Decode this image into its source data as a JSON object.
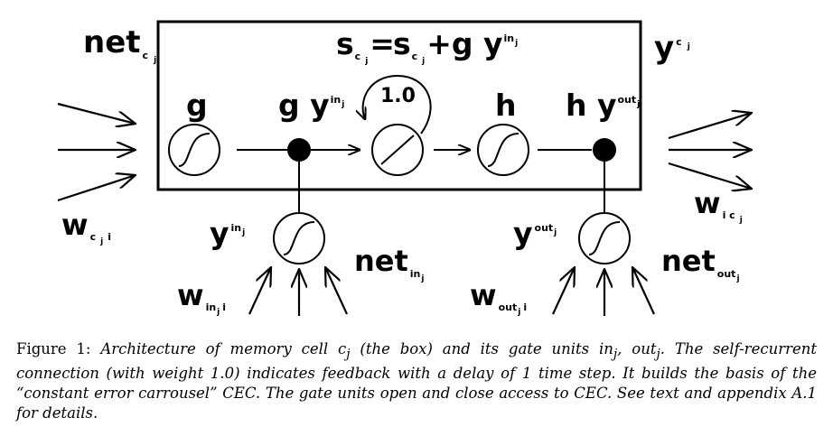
{
  "diagram": {
    "net_c_main": "net",
    "net_c_sub": "c",
    "net_c_sub2": "j",
    "state_s": "s",
    "state_s_sub": "c",
    "state_s_sub2": "j",
    "state_eq": "=",
    "state_s2": "s",
    "state_s2_sub": "c",
    "state_s2_sub2": "j",
    "state_plus": "+g y",
    "state_sup": "in",
    "state_sup_sub": "j",
    "y_c_main": "y",
    "y_c_sup": "c",
    "y_c_sup_sub": "j",
    "g_label": "g",
    "gy_in_main": "g y",
    "gy_in_sup": "in",
    "gy_in_sup_sub": "j",
    "self_weight": "1.0",
    "h_label": "h",
    "hy_out_main": "h y",
    "hy_out_sup": "out",
    "hy_out_sup_sub": "j",
    "w_c_main": "w",
    "w_c_sub": "c",
    "w_c_sub2": "j",
    "w_c_sub3": "i",
    "w_ic_main": "w",
    "w_ic_sub": "i c",
    "w_ic_sub2": "j",
    "y_in_main": "y",
    "y_in_sup": "in",
    "y_in_sup_sub": "j",
    "net_in_main": "net",
    "net_in_sub": "in",
    "net_in_sub2": "j",
    "w_in_main": "w",
    "w_in_sub": "in",
    "w_in_sub2": "j",
    "w_in_sub3": "i",
    "y_out_main": "y",
    "y_out_sup": "out",
    "y_out_sup_sub": "j",
    "net_out_main": "net",
    "net_out_sub": "out",
    "net_out_sub2": "j",
    "w_out_main": "w",
    "w_out_sub": "out",
    "w_out_sub2": "j",
    "w_out_sub3": "i"
  },
  "caption": {
    "lead": "Figure 1: ",
    "line1": "Architecture of memory cell c",
    "line1_sub": "j",
    "line1b": " (the box) and its gate units in",
    "line1b_sub": "j",
    "line1c": ", out",
    "line1c_sub": "j",
    "line1d": ". The self-recurrent connection (with weight 1.0) indicates feedback with a delay of 1 time step. It builds the basis of the “constant error carrousel” CEC. The gate units open and close access to CEC. See text and appendix A.1 for details."
  }
}
